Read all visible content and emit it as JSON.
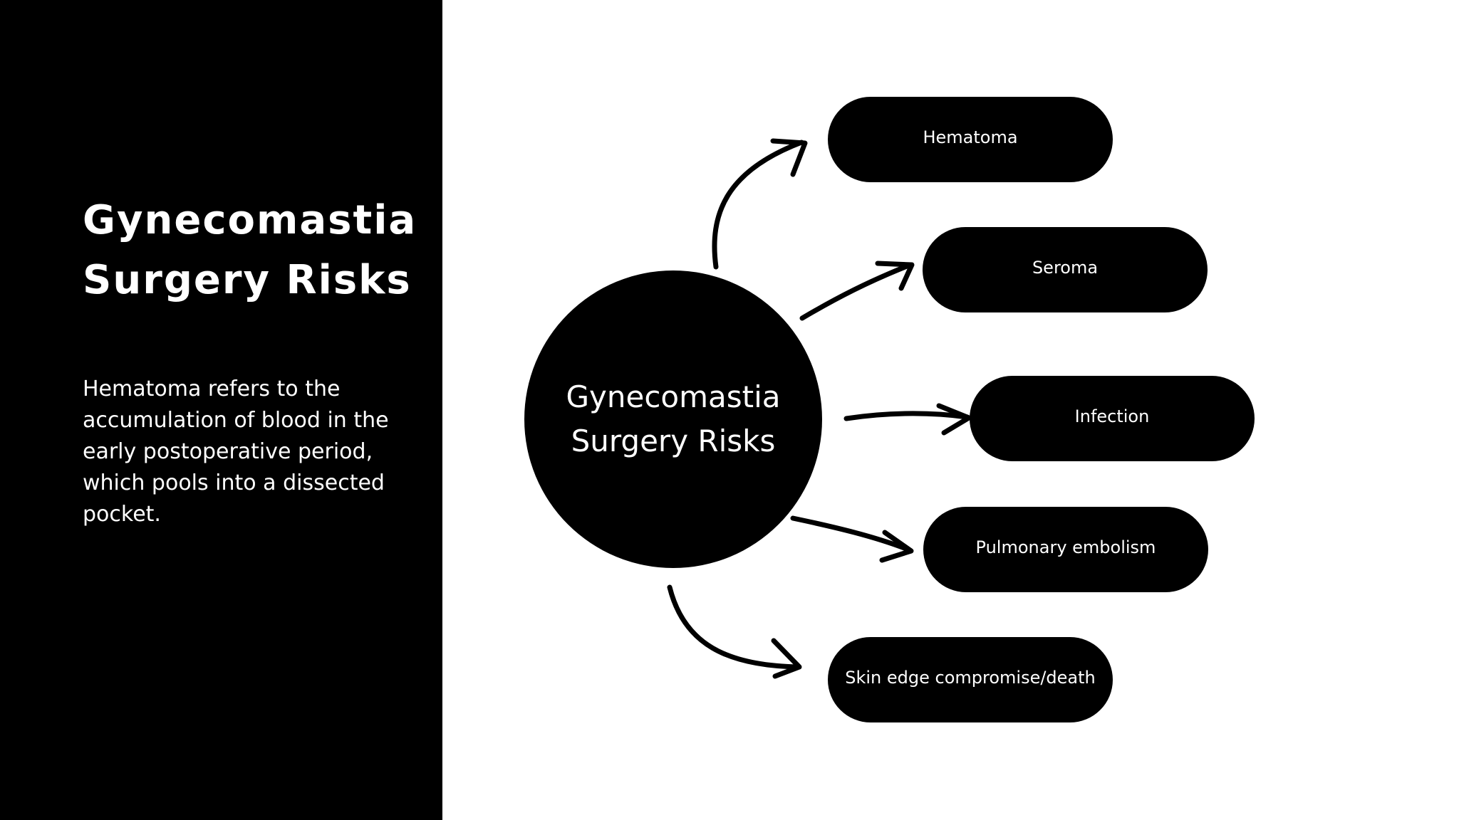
{
  "panel": {
    "title": "Gynecomastia Surgery Risks",
    "description": "Hematoma refers to the accumulation of blood in the early postoperative period, which pools into a dissected pocket."
  },
  "diagram": {
    "center_label": "Gynecomastia Surgery Risks",
    "risks": [
      {
        "label": "Hematoma"
      },
      {
        "label": "Seroma"
      },
      {
        "label": "Infection"
      },
      {
        "label": "Pulmonary embolism"
      },
      {
        "label": "Skin edge compromise/death"
      }
    ]
  },
  "colors": {
    "background": "#ffffff",
    "panel": "#000000",
    "node": "#000000",
    "text_on_dark": "#ffffff"
  }
}
